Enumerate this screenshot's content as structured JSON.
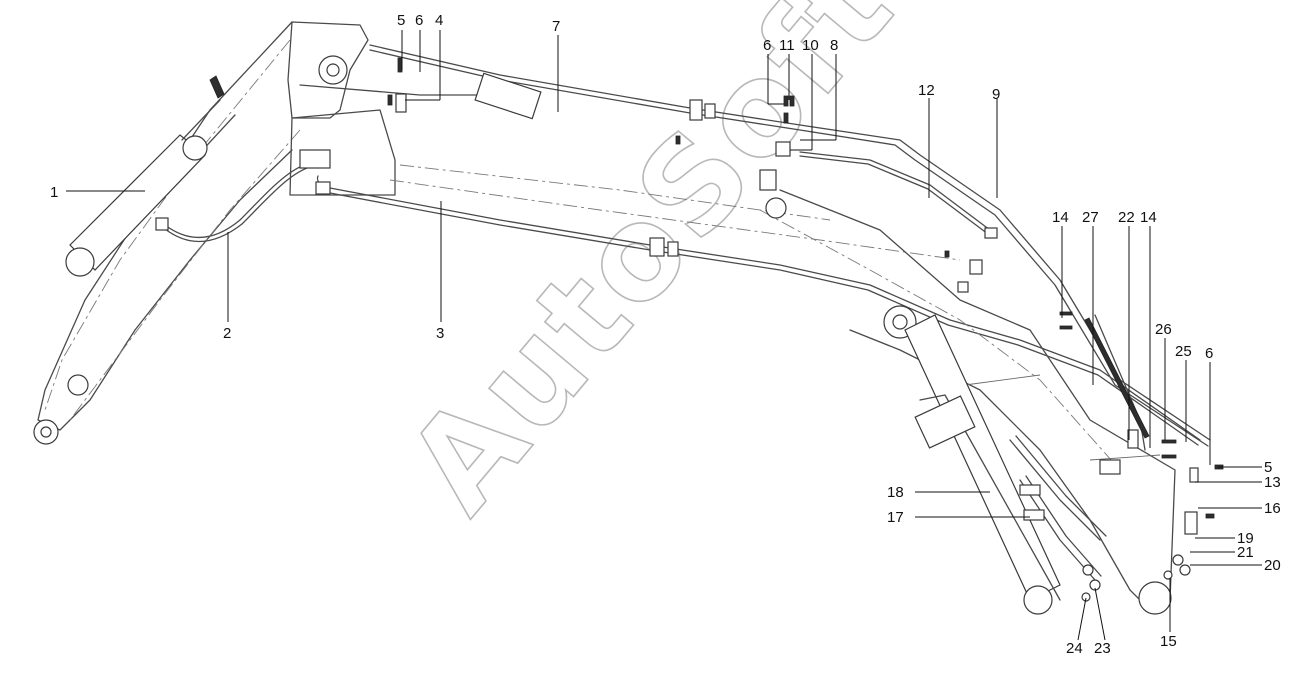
{
  "diagram": {
    "callouts": [
      "1",
      "2",
      "3",
      "4",
      "5",
      "6",
      "7",
      "8",
      "9",
      "10",
      "11",
      "12",
      "13",
      "14",
      "15",
      "16",
      "17",
      "18",
      "19",
      "20",
      "21",
      "22",
      "23",
      "24",
      "25",
      "26",
      "27"
    ],
    "callout_labels": {
      "c1": "1",
      "c2": "2",
      "c3": "3",
      "c4": "4",
      "c5a": "5",
      "c6a": "6",
      "c7": "7",
      "c6b": "6",
      "c11": "11",
      "c10": "10",
      "c8": "8",
      "c12": "12",
      "c9": "9",
      "c14a": "14",
      "c27": "27",
      "c22": "22",
      "c14b": "14",
      "c26": "26",
      "c25": "25",
      "c6c": "6",
      "c5b": "5",
      "c13": "13",
      "c18": "18",
      "c16": "16",
      "c17": "17",
      "c19": "19",
      "c21": "21",
      "c20": "20",
      "c24": "24",
      "c23": "23",
      "c15": "15"
    }
  },
  "watermark": {
    "text": "AutoSoft"
  },
  "colors": {
    "line": "#4a4a4a",
    "text": "#111111",
    "watermark": "#b8b8b8",
    "background": "#ffffff"
  }
}
